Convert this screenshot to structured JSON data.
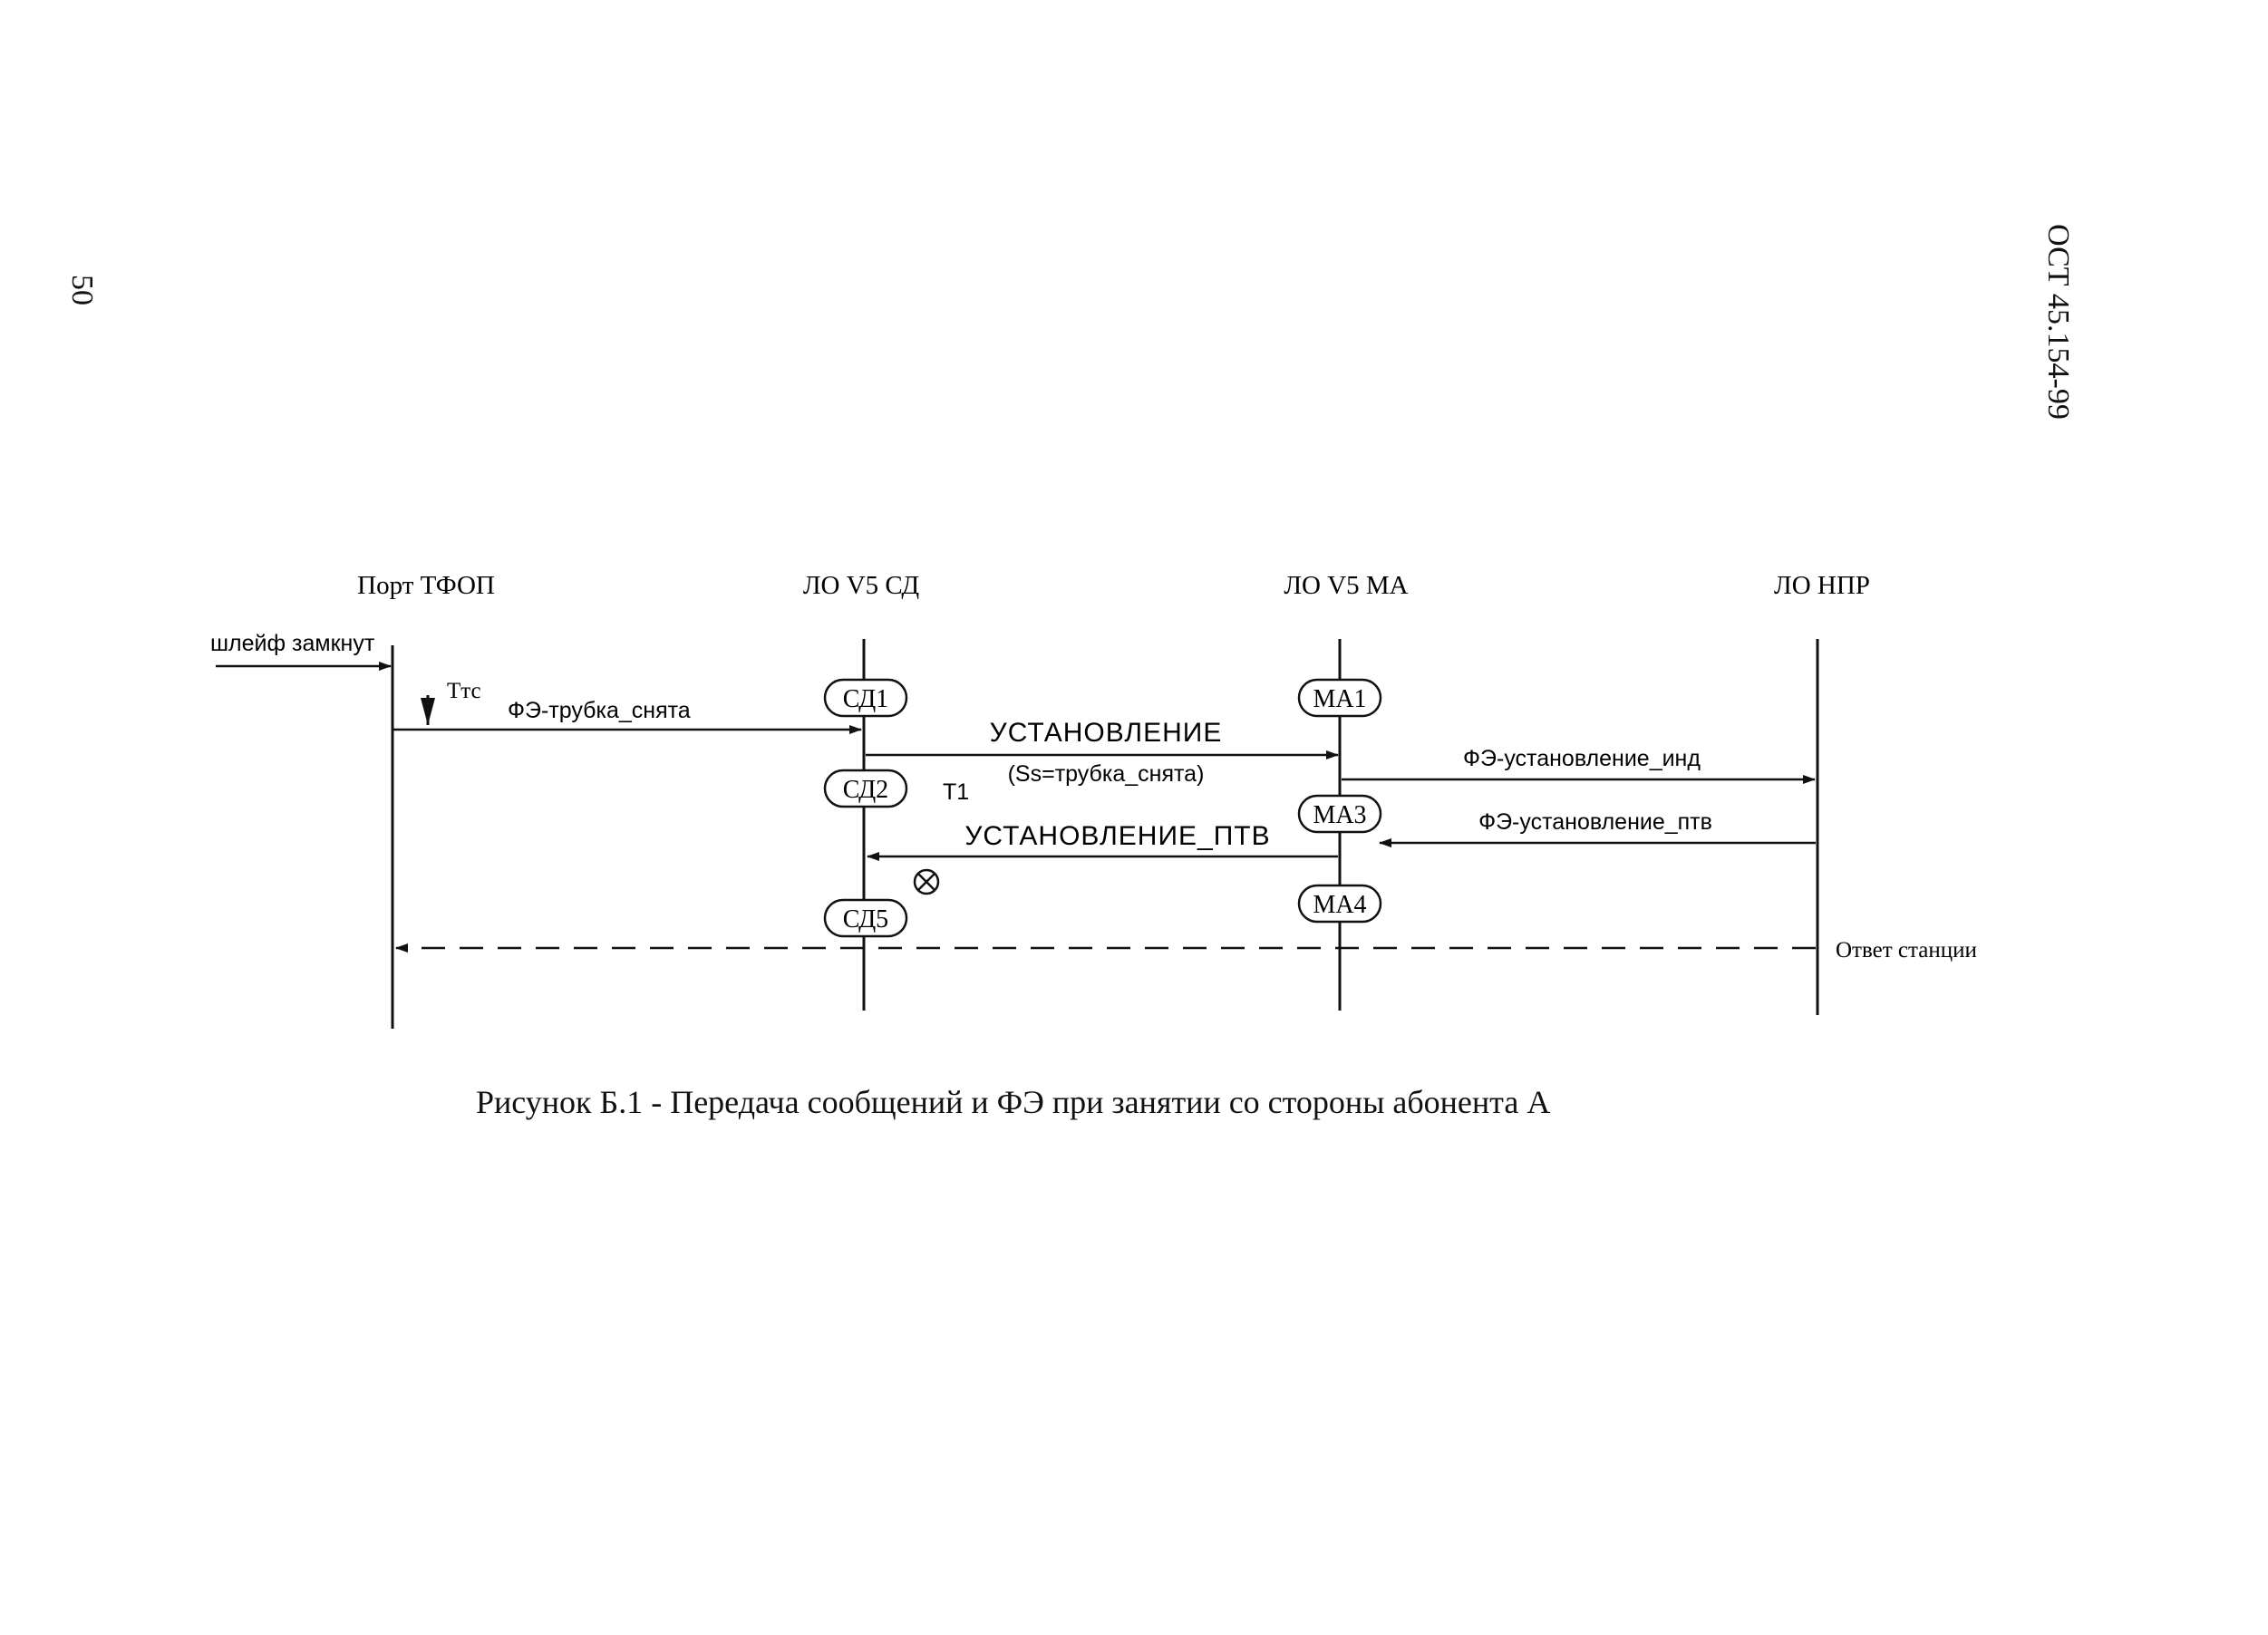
{
  "page": {
    "number": "50",
    "doc_code": "ОСТ 45.154-99"
  },
  "lifelines": [
    {
      "label": "Порт ТФОП"
    },
    {
      "label": "ЛО V5 СД"
    },
    {
      "label": "ЛО V5 МА"
    },
    {
      "label": "ЛО НПР"
    }
  ],
  "states": {
    "sd1": "СД1",
    "sd2": "СД2",
    "sd5": "СД5",
    "ma1": "МА1",
    "ma3": "МА3",
    "ma4": "МА4"
  },
  "messages": {
    "loop_closed": "шлейф замкнут",
    "timer_ttc": "Ттс",
    "fe_offhook": "ФЭ-трубка_снята",
    "establish": "УСТАНОВЛЕНИЕ",
    "establish_param": "(Ss=трубка_снята)",
    "timer_t1": "Т1",
    "fe_establish_ind": "ФЭ-установление_инд",
    "fe_establish_ack": "ФЭ-установление_птв",
    "establish_ack": "УСТАНОВЛЕНИЕ_ПТВ",
    "station_answer": "Ответ станции"
  },
  "caption": "Рисунок Б.1 - Передача сообщений и ФЭ при занятии со стороны абонента А"
}
